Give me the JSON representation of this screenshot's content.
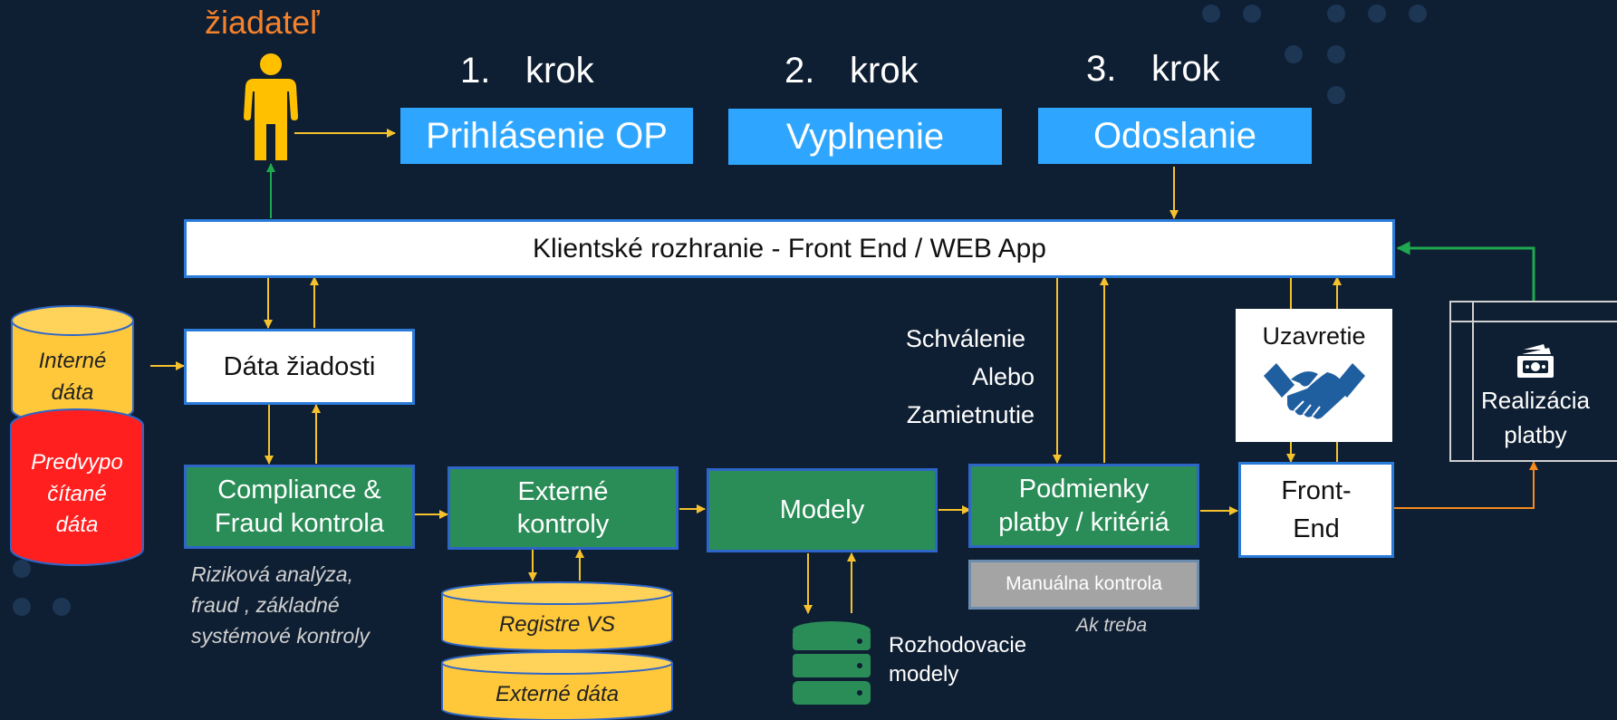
{
  "applicant": {
    "label": "žiadateľ"
  },
  "steps": [
    {
      "number": "1.",
      "word": "krok",
      "action": "Prihlásenie OP"
    },
    {
      "number": "2.",
      "word": "krok",
      "action": "Vyplnenie"
    },
    {
      "number": "3.",
      "word": "krok",
      "action": "Odoslanie"
    }
  ],
  "front_end_bar": "Klientské rozhranie - Front End / WEB App",
  "data_request": "Dáta žiadosti",
  "internal_data": {
    "line1": "Interné",
    "line2": "dáta"
  },
  "precomputed_data": {
    "line1": "Predvypo",
    "line2": "čítané",
    "line3": "dáta"
  },
  "process": {
    "compliance": {
      "line1": "Compliance &",
      "line2": "Fraud kontrola"
    },
    "external_checks": {
      "line1": "Externé",
      "line2": "kontroly"
    },
    "models": "Modely",
    "payment_conditions": {
      "line1": "Podmienky",
      "line2": "platby / kritériá"
    },
    "front_end": {
      "line1": "Front-",
      "line2": "End"
    }
  },
  "risk_note": {
    "line1": "Riziková analýza,",
    "line2": "fraud , základné",
    "line3": "systémové kontroly"
  },
  "registers": "Registre VS",
  "external_data": "Externé dáta",
  "decision_models": {
    "line1": "Rozhodovacie",
    "line2": "modely"
  },
  "manual_check": "Manuálna kontrola",
  "if_needed": "Ak treba",
  "decision": {
    "line1": "Schválenie",
    "line2": "Alebo",
    "line3": "Zamietnutie"
  },
  "closing": "Uzavretie",
  "payment": {
    "line1": "Realizácia",
    "line2": "platby"
  },
  "colors": {
    "background": "#0f1f33",
    "step_blue": "#2ea6ff",
    "process_green": "#2a8d57",
    "arrow_yellow": "#f5c22e",
    "return_green": "#1fa84f",
    "orange": "#f58a1f",
    "applicant_orange": "#f5822b",
    "red_cylinder": "#ff1f1f",
    "yellow_cylinder": "#ffc83a"
  },
  "icons": [
    "person-icon",
    "handshake-icon",
    "money-icon",
    "database-icon"
  ]
}
